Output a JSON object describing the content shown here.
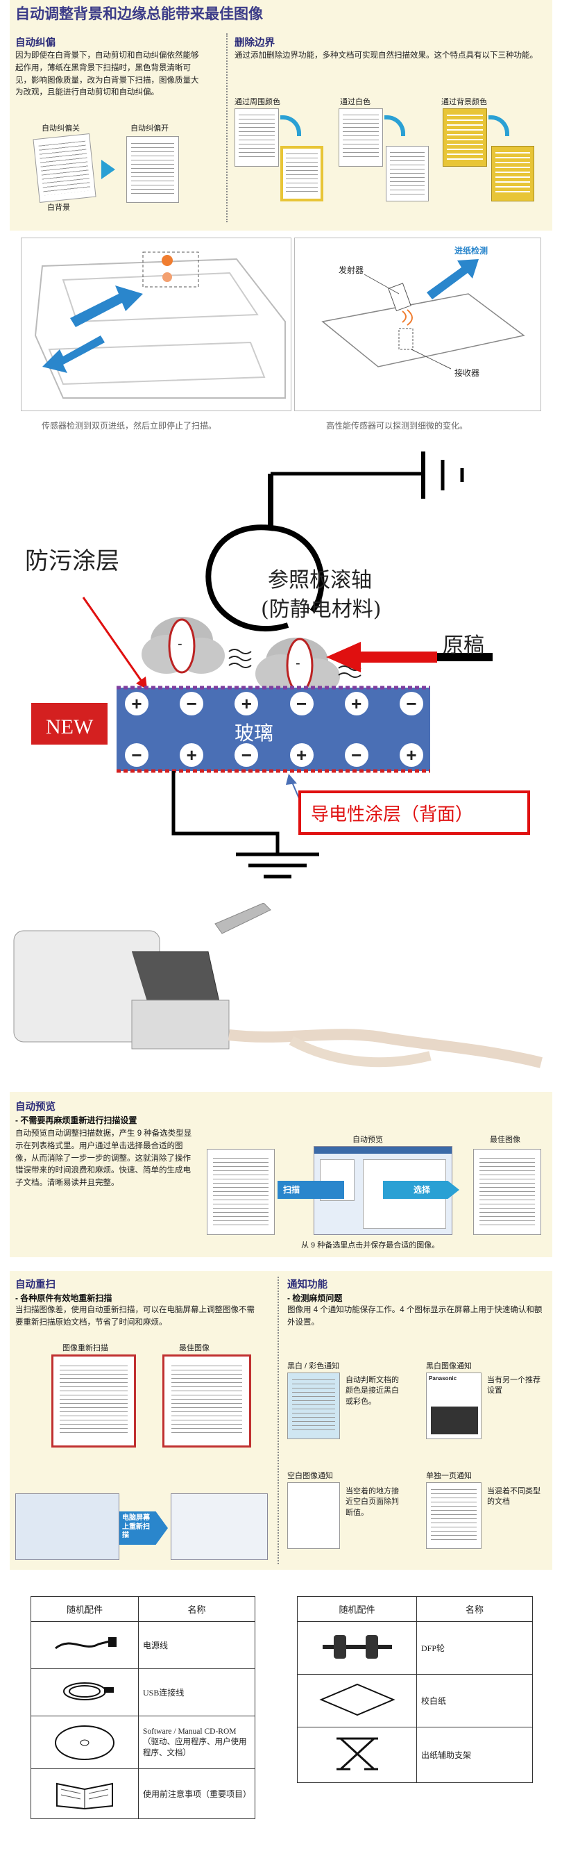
{
  "page_title": "自动调整背景和边缘总能带来最佳图像",
  "deskew": {
    "title": "自动纠偏",
    "text": "因为即使在白背景下，自动剪切和自动纠偏依然能够起作用，薄纸在黑背景下扫描时，黑色背景清晰可见，影响图像质量，改为白背景下扫描，图像质量大为改观，且能进行自动剪切和自动纠偏。",
    "label_before": "自动纠偏关",
    "label_after": "自动纠偏开",
    "label_white_bg": "白背景"
  },
  "edge_removal": {
    "title": "删除边界",
    "text": "通过添加删除边界功能，多种文档可实现自然扫描效果。这个特点具有以下三种功能。",
    "modes": [
      "通过周围颜色",
      "通过白色",
      "通过背景颜色"
    ]
  },
  "sensor": {
    "caption_left": "传感器检测到双页进纸，然后立即停止了扫描。",
    "caption_right": "高性能传感器可以探测到细微的变化。",
    "emitter": "发射器",
    "receiver": "接收器",
    "detect": "进纸检测"
  },
  "antistatic": {
    "anti_fouling": "防污涂层",
    "roller_line1": "参照板滚轴",
    "roller_line2": "(防静电材料)",
    "original": "原稿",
    "glass": "玻璃",
    "new": "NEW",
    "conductive": "导电性涂层（背面）",
    "charges_top": [
      "+",
      "−",
      "+",
      "−",
      "+",
      "−"
    ],
    "charges_bottom": [
      "−",
      "+",
      "−",
      "+",
      "−",
      "+"
    ],
    "charge_minus": "-"
  },
  "auto_preview": {
    "title": "自动预览",
    "subtitle": "- 不需要再麻烦重新进行扫描设置",
    "text": "自动预览自动调整扫描数据，产生 9 种备选类型显示在列表格式里。用户通过单击选择最合适的图像，从而消除了一步一步的调整。这就消除了操作错误带来的时间浪费和麻烦。快速、简单的生成电子文档。清晰易读并且完整。",
    "label_preview": "自动预览",
    "label_best": "最佳图像",
    "arrow_scan": "扫描",
    "arrow_select": "选择",
    "caption": "从 9 种备选里点击并保存最合适的图像。"
  },
  "auto_rescan": {
    "title": "自动重扫",
    "subtitle": "- 各种原件有效地重新扫描",
    "text": "当扫描图像差，使用自动重新扫描，可以在电脑屏幕上调整图像不需要重新扫描原始文档，节省了时间和麻烦。",
    "label_rescan": "图像重新扫描",
    "label_best": "最佳图像",
    "arrow_text": "电脑屏幕上重新扫描"
  },
  "notify": {
    "title": "通知功能",
    "subtitle": "- 检测麻烦问题",
    "text": "图像用 4 个通知功能保存工作。4 个图标显示在屏幕上用于快速确认和额外设置。",
    "items": [
      {
        "label": "黑白 / 彩色通知",
        "desc": "自动判断文档的颜色是接近黑白或彩色。"
      },
      {
        "label": "黑白图像通知",
        "desc": "当有另一个推荐设置"
      },
      {
        "label": "空白图像通知",
        "desc": "当空着的地方接近空白页面除判断值。"
      },
      {
        "label": "单独一页通知",
        "desc": "当混着不同类型的文档"
      }
    ],
    "brand": "Panasonic"
  },
  "accessories_left": {
    "col1": "随机配件",
    "col2": "名称",
    "rows": [
      {
        "name": "电源线",
        "icon": "power-cord-icon"
      },
      {
        "name": "USB连接线",
        "icon": "usb-cable-icon"
      },
      {
        "name": "Software / Manual CD-ROM（驱动、应用程序、用户使用程序、文档）",
        "icon": "cd-rom-icon"
      },
      {
        "name": "使用前注意事项（重要项目）",
        "icon": "manual-book-icon"
      }
    ]
  },
  "accessories_right": {
    "col1": "随机配件",
    "col2": "名称",
    "rows": [
      {
        "name": "DFP轮",
        "icon": "dfp-roller-icon"
      },
      {
        "name": "校白纸",
        "icon": "white-sheet-icon"
      },
      {
        "name": "出纸辅助支架",
        "icon": "exit-support-icon"
      }
    ]
  },
  "colors": {
    "accent": "#3b3b88",
    "panel": "#faf6df",
    "red": "#d42020",
    "arrow_blue": "#2a86cc"
  }
}
